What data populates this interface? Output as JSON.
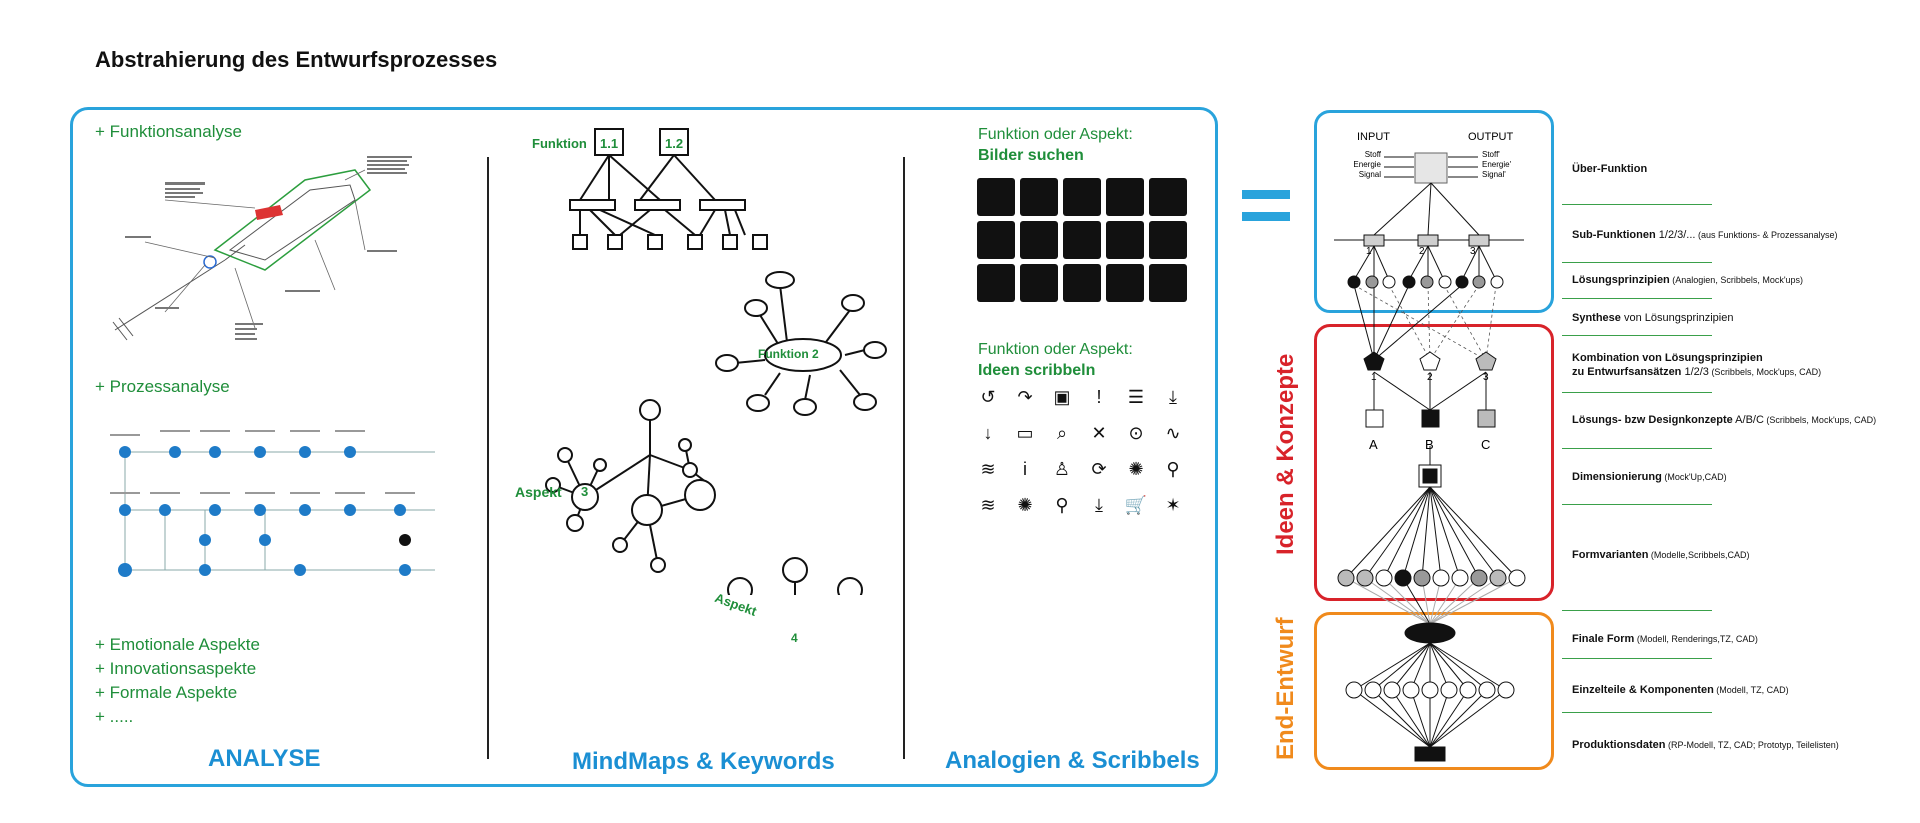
{
  "title": "Abstrahierung des Entwurfsprozesses",
  "analysis": {
    "funktionsanalyse": "+ Funktionsanalyse",
    "prozessanalyse": "+ Prozessanalyse",
    "extras": [
      "+ Emotionale Aspekte",
      "+ Innovationsaspekte",
      "+ Formale Aspekte",
      "+ ....."
    ],
    "footer": "ANALYSE"
  },
  "mindmap": {
    "funktion_label": "Funktion",
    "node_11": "1.1",
    "node_12": "1.2",
    "funktion2": "Funktion 2",
    "aspekt3_label": "Aspekt",
    "aspekt3_num": "3",
    "aspekt4_label": "Aspekt",
    "aspekt4_num": "4",
    "footer": "MindMaps & Keywords"
  },
  "analogien": {
    "heading1_line1": "Funktion oder Aspekt:",
    "heading1_line2": "Bilder suchen",
    "heading2_line1": "Funktion oder Aspekt:",
    "heading2_line2": "Ideen scribbeln",
    "icons": [
      "↺",
      "↷",
      "▣",
      "!",
      "☰",
      "⤓",
      "↓",
      "▭",
      "⌕",
      "✕",
      "⊙",
      "∿",
      "≋",
      "i",
      "♙",
      "⟳",
      "✺",
      "⚲",
      "≋",
      "✺",
      "⚲",
      "⤓",
      "🛒",
      "✶"
    ],
    "footer": "Analogien & Scribbels"
  },
  "equals": "=",
  "diagram": {
    "input": "INPUT",
    "output": "OUTPUT",
    "inputs": [
      "Stoff",
      "Energie",
      "Signal"
    ],
    "outputs": [
      "Stoff'",
      "Energie'",
      "Signal'"
    ],
    "sub_nums": [
      "1",
      "2",
      "3"
    ],
    "penta_nums": [
      "1",
      "2",
      "3"
    ],
    "concept_letters": [
      "A",
      "B",
      "C"
    ],
    "side_ideen": "Ideen & Konzepte",
    "side_end": "End-Entwurf"
  },
  "steps": [
    {
      "bold": "Über-Funktion",
      "normal": "",
      "small": ""
    },
    {
      "bold": "Sub-Funktionen",
      "normal": " 1/2/3/...",
      "small": " (aus Funktions- & Prozessanalyse)"
    },
    {
      "bold": "Lösungsprinzipien",
      "normal": "",
      "small": " (Analogien, Scribbels, Mock'ups)"
    },
    {
      "bold": "Synthese",
      "normal": " von Lösungsprinzipien",
      "small": ""
    },
    {
      "bold": "Kombination von Lösungsprinzipien",
      "normal": "",
      "small": ""
    },
    {
      "bold": "zu Entwurfsansätzen",
      "normal": " 1/2/3",
      "small": " (Scribbels, Mock'ups, CAD)"
    },
    {
      "bold": "Lösungs- bzw Designkonzepte",
      "normal": " A/B/C",
      "small": " (Scribbels, Mock'ups, CAD)"
    },
    {
      "bold": "Dimensionierung",
      "normal": "",
      "small": " (Mock'Up,CAD)"
    },
    {
      "bold": "Formvarianten",
      "normal": "",
      "small": " (Modelle,Scribbels,CAD)"
    },
    {
      "bold": "Finale Form",
      "normal": "",
      "small": " (Modell, Renderings,TZ, CAD)"
    },
    {
      "bold": "Einzelteile & Komponenten",
      "normal": "",
      "small": " (Modell, TZ, CAD)"
    },
    {
      "bold": "Produktionsdaten",
      "normal": "",
      "small": " (RP-Modell, TZ, CAD; Prototyp, Teilelisten)"
    }
  ],
  "colors": {
    "blue": "#29a3dc",
    "green": "#1f8e3a",
    "red": "#d8232a",
    "orange": "#f08a1c"
  }
}
